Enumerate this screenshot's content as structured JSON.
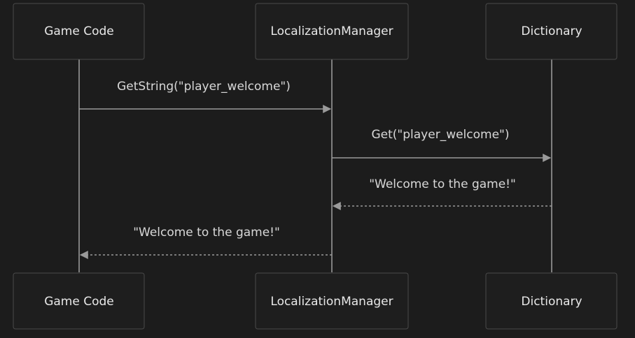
{
  "diagram": {
    "type": "sequence",
    "participants": [
      {
        "id": "game",
        "label": "Game Code"
      },
      {
        "id": "loc",
        "label": "LocalizationManager"
      },
      {
        "id": "dict",
        "label": "Dictionary"
      }
    ],
    "messages": [
      {
        "from": "game",
        "to": "loc",
        "label": "GetString(\"player_welcome\")",
        "style": "solid"
      },
      {
        "from": "loc",
        "to": "dict",
        "label": "Get(\"player_welcome\")",
        "style": "solid"
      },
      {
        "from": "dict",
        "to": "loc",
        "label": "\"Welcome to the game!\"",
        "style": "dashed"
      },
      {
        "from": "loc",
        "to": "game",
        "label": "\"Welcome to the game!\"",
        "style": "dashed"
      }
    ]
  },
  "colors": {
    "background": "#1c1c1c",
    "box_fill": "#1e1e1e",
    "box_stroke": "#4a4a4a",
    "text": "#e8e8e8",
    "line": "#9a9a9a"
  }
}
